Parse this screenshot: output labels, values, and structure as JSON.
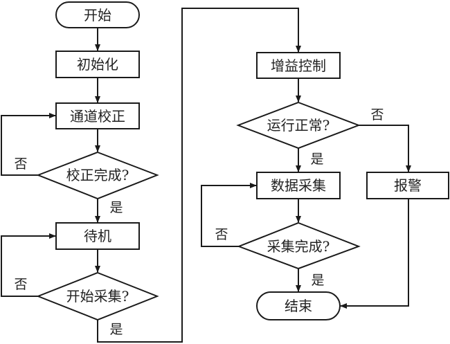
{
  "diagram": {
    "type": "flowchart",
    "nodes": {
      "start": {
        "label": "开始",
        "kind": "terminal"
      },
      "init": {
        "label": "初始化",
        "kind": "process"
      },
      "calibrate": {
        "label": "通道校正",
        "kind": "process"
      },
      "calib_done": {
        "label": "校正完成?",
        "kind": "decision"
      },
      "standby": {
        "label": "待机",
        "kind": "process"
      },
      "start_acq": {
        "label": "开始采集?",
        "kind": "decision"
      },
      "gain": {
        "label": "增益控制",
        "kind": "process"
      },
      "run_ok": {
        "label": "运行正常?",
        "kind": "decision"
      },
      "acquire": {
        "label": "数据采集",
        "kind": "process"
      },
      "alarm": {
        "label": "报警",
        "kind": "process"
      },
      "acq_done": {
        "label": "采集完成?",
        "kind": "decision"
      },
      "end": {
        "label": "结束",
        "kind": "terminal"
      }
    },
    "edge_labels": {
      "calib_no": "否",
      "calib_yes": "是",
      "start_no": "否",
      "start_yes": "是",
      "run_no": "否",
      "run_yes": "是",
      "acq_no": "否",
      "acq_yes": "是"
    },
    "edges": [
      {
        "from": "start",
        "to": "init"
      },
      {
        "from": "init",
        "to": "calibrate"
      },
      {
        "from": "calibrate",
        "to": "calib_done"
      },
      {
        "from": "calib_done",
        "to": "calibrate",
        "label": "否"
      },
      {
        "from": "calib_done",
        "to": "standby",
        "label": "是"
      },
      {
        "from": "standby",
        "to": "start_acq"
      },
      {
        "from": "start_acq",
        "to": "standby",
        "label": "否"
      },
      {
        "from": "start_acq",
        "to": "gain",
        "label": "是"
      },
      {
        "from": "gain",
        "to": "run_ok"
      },
      {
        "from": "run_ok",
        "to": "alarm",
        "label": "否"
      },
      {
        "from": "run_ok",
        "to": "acquire",
        "label": "是"
      },
      {
        "from": "acquire",
        "to": "acq_done"
      },
      {
        "from": "acq_done",
        "to": "acquire",
        "label": "否"
      },
      {
        "from": "acq_done",
        "to": "end",
        "label": "是"
      },
      {
        "from": "alarm",
        "to": "end"
      }
    ]
  }
}
